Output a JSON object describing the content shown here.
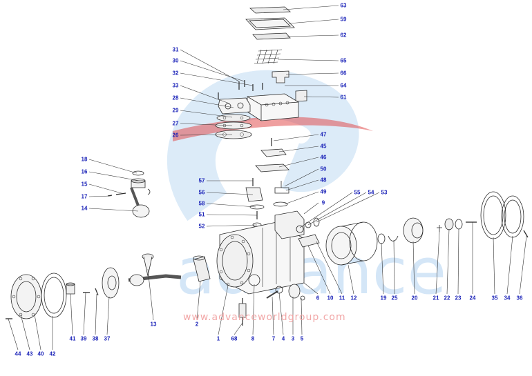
{
  "watermark": {
    "url": "www.advanceworldgroup.com",
    "wordmark": "advance",
    "color_blue": "#3d8fd9",
    "color_red": "#e04040"
  },
  "label_color": "#1a22b8",
  "parts": {
    "p63": "63",
    "p59": "59",
    "p62": "62",
    "p65": "65",
    "p66": "66",
    "p64": "64",
    "p61": "61",
    "p31": "31",
    "p30": "30",
    "p32": "32",
    "p33": "33",
    "p28": "28",
    "p29": "29",
    "p27": "27",
    "p26": "26",
    "p47": "47",
    "p45": "45",
    "p46": "46",
    "p50": "50",
    "p48": "48",
    "p49": "49",
    "p9": "9",
    "p18": "18",
    "p16": "16",
    "p15": "15",
    "p17": "17",
    "p14": "14",
    "p57": "57",
    "p56": "56",
    "p58": "58",
    "p51": "51",
    "p52": "52",
    "p55": "55",
    "p54": "54",
    "p53": "53",
    "p1": "1",
    "p2": "2",
    "p13": "13",
    "p68": "68",
    "p8": "8",
    "p7": "7",
    "p4": "4",
    "p3": "3",
    "p5": "5",
    "p6": "6",
    "p10": "10",
    "p11": "11",
    "p12": "12",
    "p19": "19",
    "p25": "25",
    "p20": "20",
    "p21": "21",
    "p22": "22",
    "p23": "23",
    "p24": "24",
    "p35": "35",
    "p34": "34",
    "p36": "36",
    "p41": "41",
    "p39": "39",
    "p38": "38",
    "p37": "37",
    "p44": "44",
    "p43": "43",
    "p40": "40",
    "p42": "42"
  }
}
